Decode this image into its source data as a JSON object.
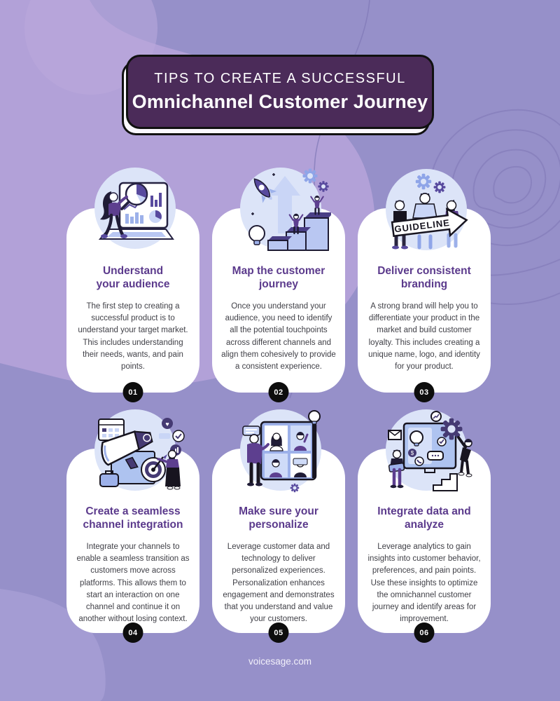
{
  "colors": {
    "background": "#9690c9",
    "blob_light": "#b2a1d8",
    "blob_corner": "#a49cd3",
    "contour_line": "#7f77b6",
    "header_bg": "#4b2b59",
    "header_border": "#111111",
    "header_text": "#ffffff",
    "card_bg": "#ffffff",
    "card_title": "#5b3a8c",
    "card_body_text": "#3f3f46",
    "badge_bg": "#0d0d0d",
    "badge_text": "#ffffff",
    "illustration_bg": "#dce4f8",
    "illustration_purple": "#584a9e",
    "footer_text": "#f2f0fa"
  },
  "header": {
    "eyebrow": "TIPS TO CREATE A SUCCESSFUL",
    "title": "Omnichannel Customer Journey"
  },
  "cards": [
    {
      "number": "01",
      "title_line1": "Understand",
      "title_line2": "your audience",
      "body": "The first step to creating a successful product is to understand your target market. This includes understanding their needs, wants, and pain points.",
      "illustration": "person-analyzing-charts-with-magnifier"
    },
    {
      "number": "02",
      "title_line1": "Map the customer",
      "title_line2": "journey",
      "body": "Once you understand your audience, you need to identify all the potential touchpoints across different channels and align them cohesively to provide a consistent experience.",
      "illustration": "rocket-arrow-growth-steps"
    },
    {
      "number": "03",
      "title_line1": "Deliver consistent",
      "title_line2": "branding",
      "body": "A strong brand will help you to differentiate your product in the market and build customer loyalty. This includes creating a unique name, logo, and identity for your product.",
      "illustration": "team-holding-guideline-arrow-sign",
      "label": "GUIDELINE"
    },
    {
      "number": "04",
      "title_line1": "Create a seamless",
      "title_line2": "channel integration",
      "body": "Integrate your channels to enable a seamless transition as customers move across platforms. This allows them to start an interaction on one channel and continue it on another without losing context.",
      "illustration": "megaphone-target-channels"
    },
    {
      "number": "05",
      "title_line1": "Make sure your",
      "title_line2": "personalize",
      "body": "Leverage customer data and technology to deliver personalized experiences. Personalization enhances engagement and demonstrates that you understand and value your customers.",
      "illustration": "video-call-personalization"
    },
    {
      "number": "06",
      "title_line1": "Integrate data and",
      "title_line2": "analyze",
      "body": "Leverage analytics to gain insights into customer behavior, preferences, and pain points. Use these insights to optimize the omnichannel customer journey and identify areas for improvement.",
      "illustration": "monitor-gear-data-analysis"
    }
  ],
  "footer": {
    "website": "voicesage.com"
  }
}
